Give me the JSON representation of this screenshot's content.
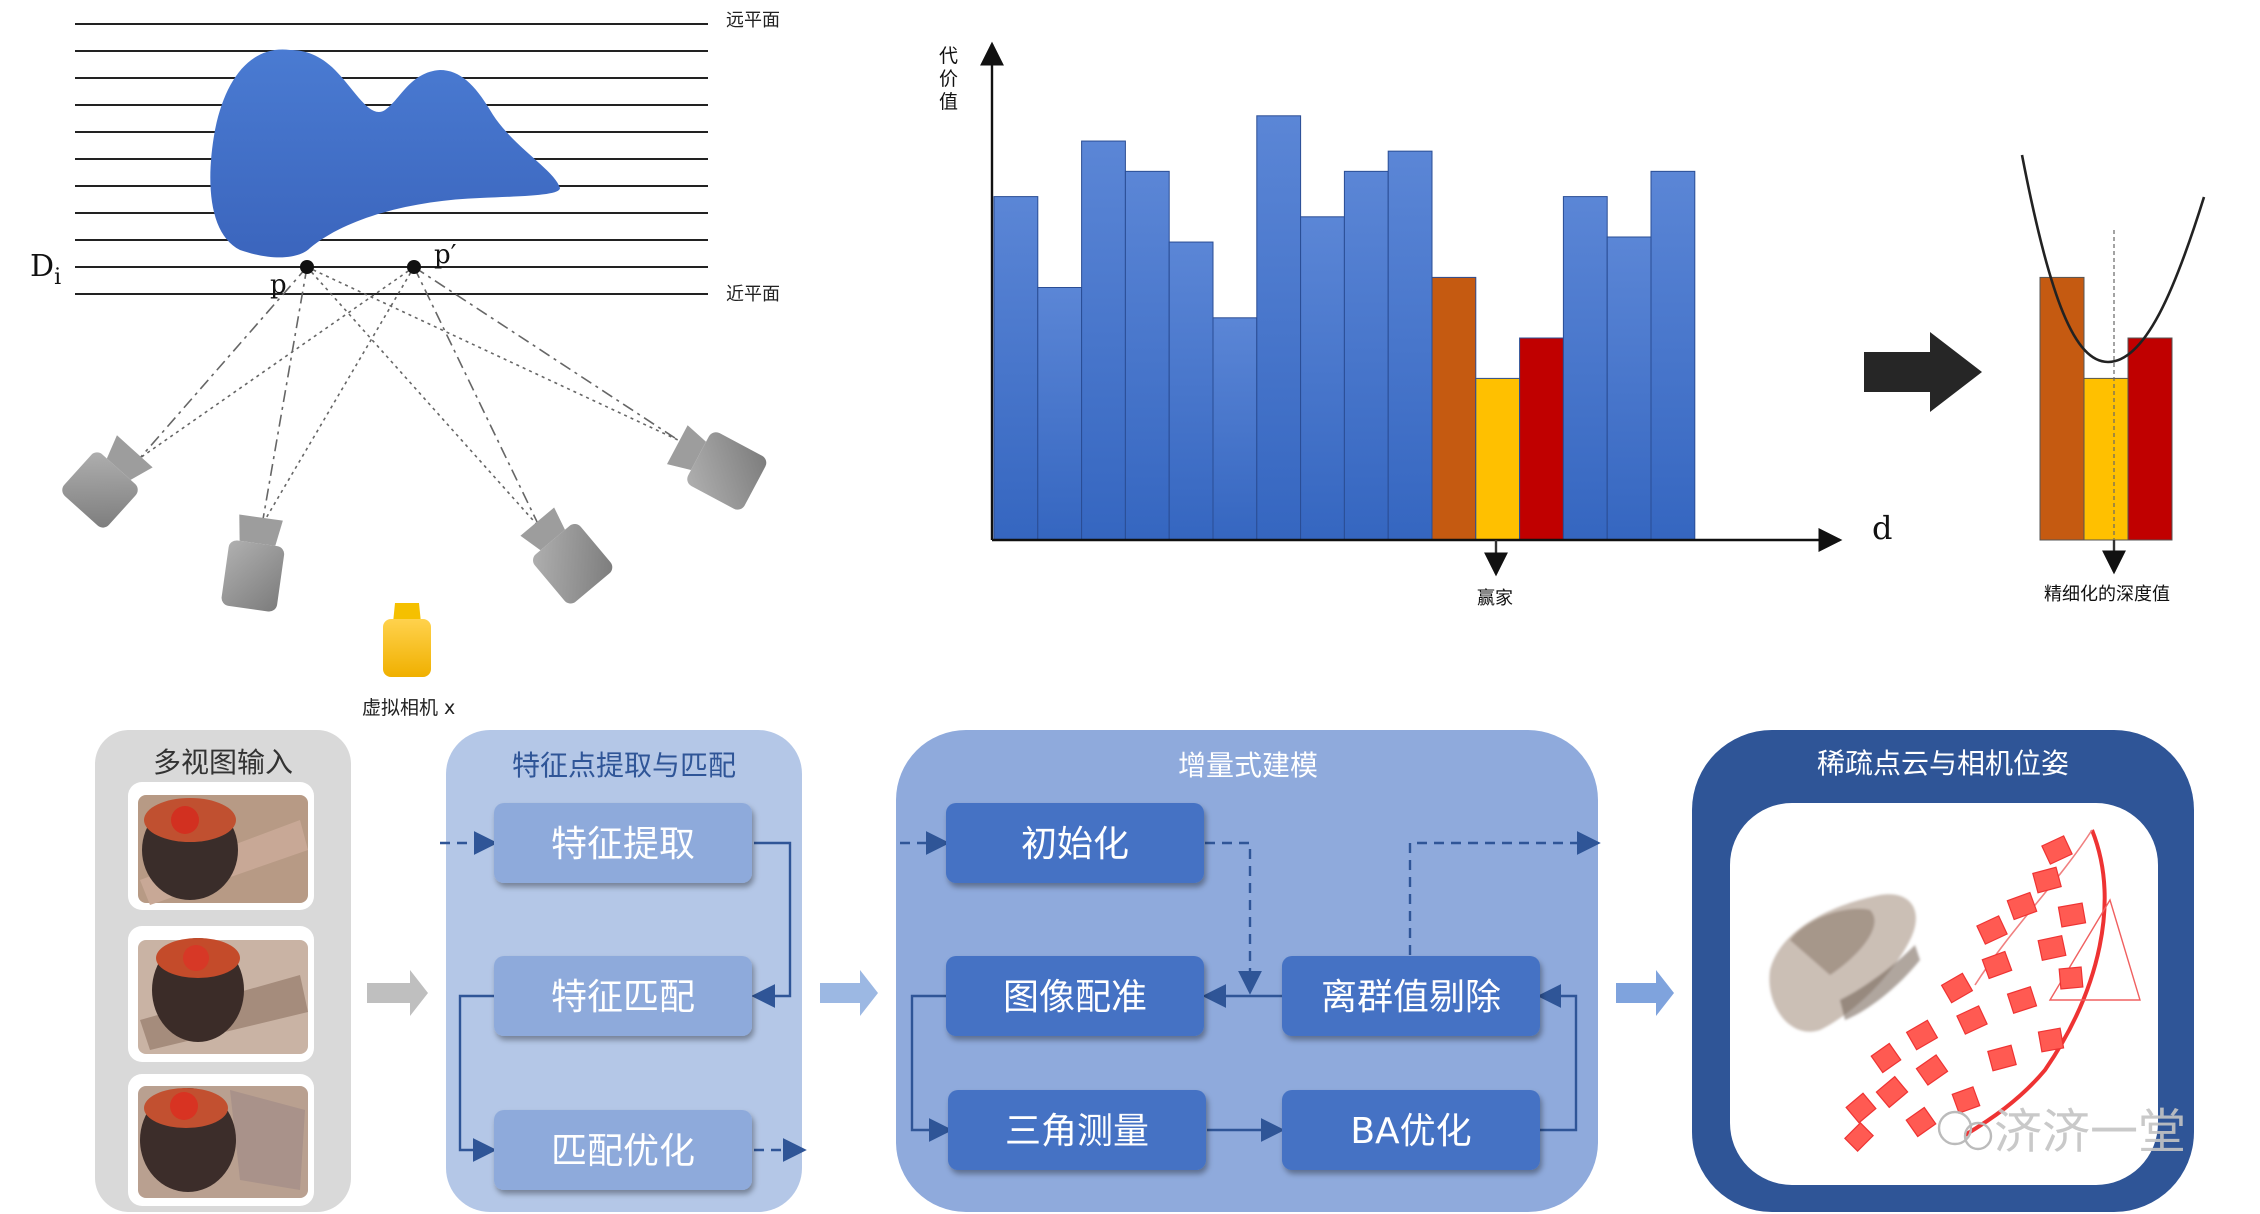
{
  "plane_sweep": {
    "far_plane_label": "远平面",
    "near_plane_label": "近平面",
    "depth_label_main": "D",
    "depth_label_sub": "i",
    "point_p": "p",
    "point_p_prime": "p′",
    "virtual_camera_label": "虚拟相机 x",
    "colors": {
      "object": "#3f6fc4",
      "camera": "#9a9a9a",
      "virtual_camera": "#f5c000"
    }
  },
  "cost_chart": {
    "ylabel_chars": [
      "代",
      "价",
      "值"
    ],
    "xlabel": "d",
    "winner_label": "赢家",
    "refined_label": "精细化的深度值"
  },
  "chart_data": {
    "type": "bar",
    "ylabel": "代价值",
    "xlabel": "d",
    "categories": [
      "",
      "",
      "",
      "",
      "",
      "",
      "",
      "",
      "",
      "",
      "",
      "",
      "",
      "",
      "",
      ""
    ],
    "values": [
      68,
      50,
      79,
      73,
      59,
      44,
      84,
      64,
      73,
      77,
      52,
      32,
      40,
      68,
      60,
      73
    ],
    "ylim": [
      0,
      100
    ],
    "colors": [
      "#4471c4",
      "#4471c4",
      "#4471c4",
      "#4471c4",
      "#4471c4",
      "#4471c4",
      "#4471c4",
      "#4471c4",
      "#4471c4",
      "#4471c4",
      "#c55a11",
      "#ffc000",
      "#c00000",
      "#4471c4",
      "#4471c4",
      "#4471c4"
    ],
    "annotation": "赢家",
    "refined": {
      "values": [
        52,
        32,
        40
      ],
      "colors": [
        "#c55a11",
        "#ffc000",
        "#c00000"
      ],
      "annotation": "精细化的深度值"
    }
  },
  "pipeline": {
    "input": {
      "title": "多视图输入"
    },
    "features": {
      "title": "特征点提取与匹配",
      "box1": "特征提取",
      "box2": "特征匹配",
      "box3": "匹配优化"
    },
    "incremental": {
      "title": "增量式建模",
      "init": "初始化",
      "register": "图像配准",
      "outlier": "离群值剔除",
      "triangulate": "三角测量",
      "ba": "BA优化"
    },
    "result": {
      "title": "稀疏点云与相机位姿"
    },
    "watermark": "济济一堂",
    "colors": {
      "input_panel": "#d9d9d9",
      "feature_panel": "#b4c7e7",
      "incremental_panel": "#8faadc",
      "result_panel": "#2f5597",
      "box": "#4472c4"
    }
  }
}
